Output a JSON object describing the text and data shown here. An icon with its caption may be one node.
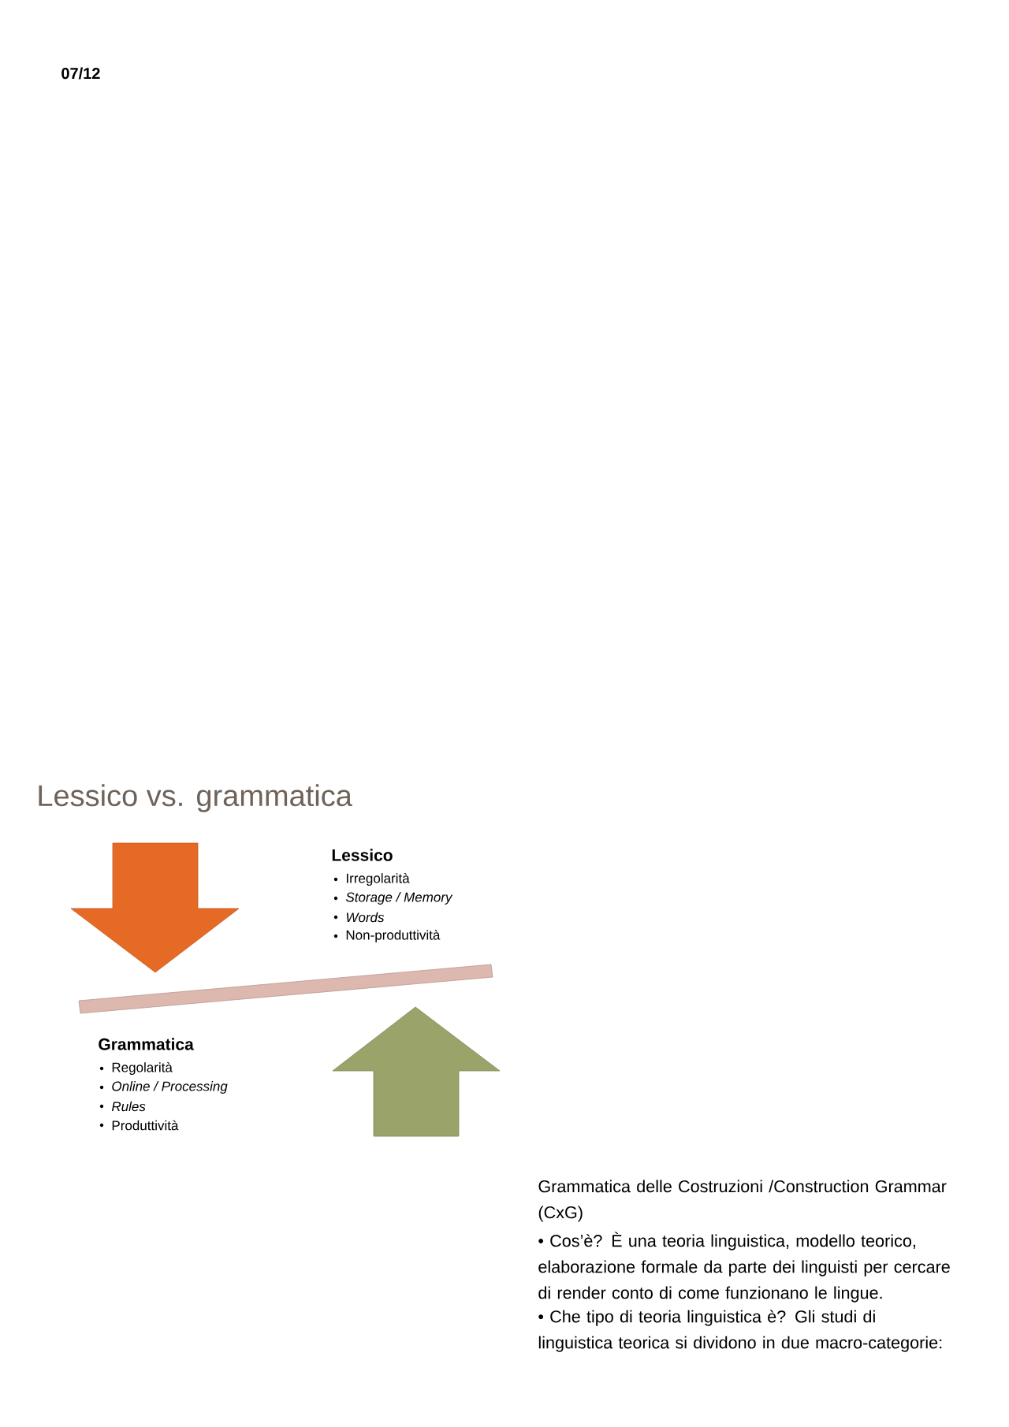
{
  "diagram": {
    "title": "Lessico vs. grammatica",
    "labels": [
      "07/12",
      "Lessico",
      "Irregolarità",
      "Storage / Memory",
      "Words",
      "Non-produttività",
      "Grammatica",
      "Regolarità",
      "Online / Processing",
      "Rules",
      "Produttività",
      "Grammatica delle Costruzioni /Construction Grammar (CxG)",
      "• Cos’è? È una teoria linguistica, modello teorico, elaborazione formale da parte dei linguisti per cercare di render conto di come funzionano le lingue.",
      "• Che tipo di teoria linguistica è? Gli studi di linguistica teorica si dividono in due macro-categorie:"
    ]
  }
}
